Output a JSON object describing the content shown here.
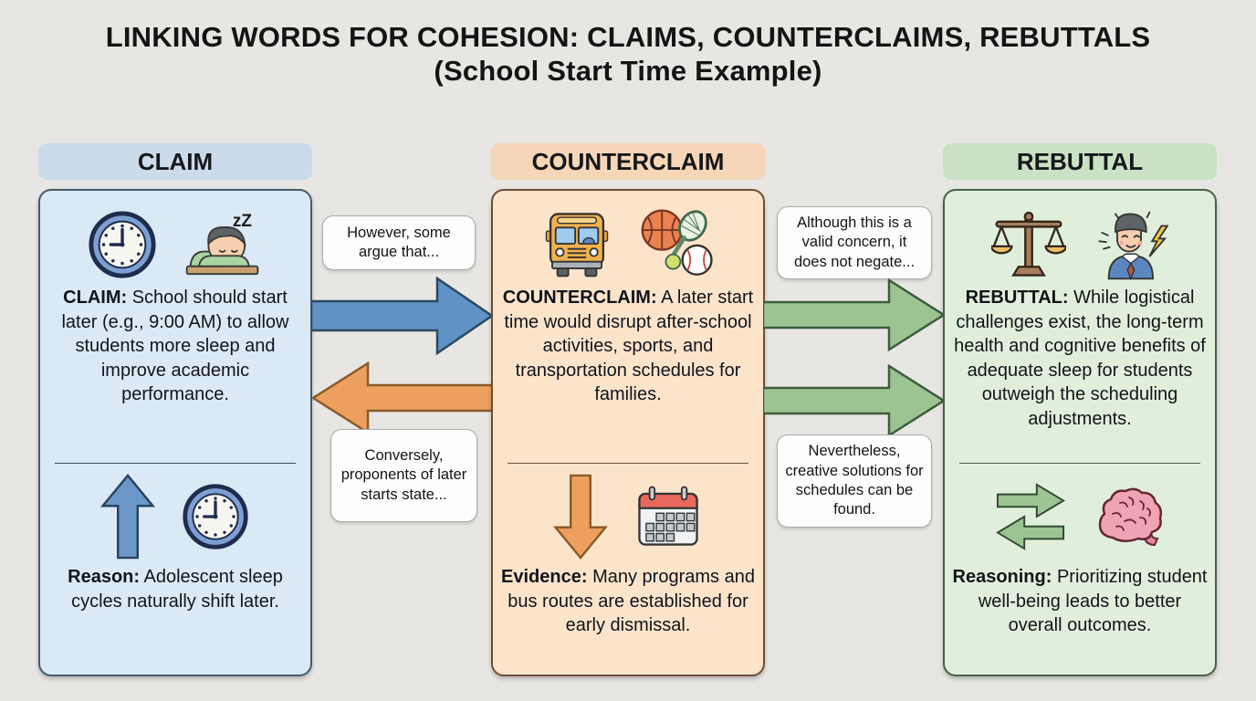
{
  "title": {
    "line1": "LINKING WORDS FOR COHESION: CLAIMS, COUNTERCLAIMS, REBUTTALS",
    "line2": "(School Start Time Example)"
  },
  "columns": {
    "claim": {
      "header": "CLAIM",
      "zz": "zZ",
      "main": {
        "label": "CLAIM:",
        "text": "School should start later (e.g., 9:00 AM) to allow students more sleep and improve academic performance."
      },
      "support": {
        "label": "Reason:",
        "text": "Adolescent sleep cycles naturally shift later."
      },
      "icons_top": [
        "clock-icon",
        "sleeping-student-icon"
      ],
      "icons_bottom": [
        "up-arrow-icon",
        "clock-icon"
      ]
    },
    "counterclaim": {
      "header": "COUNTERCLAIM",
      "main": {
        "label": "COUNTERCLAIM:",
        "text": "A later start time would disrupt after-school activities, sports, and transportation schedules for families."
      },
      "support": {
        "label": "Evidence:",
        "text": "Many programs and bus routes are established for early dismissal."
      },
      "icons_top": [
        "school-bus-icon",
        "sports-icon"
      ],
      "icons_bottom": [
        "down-arrow-icon",
        "calendar-icon"
      ]
    },
    "rebuttal": {
      "header": "REBUTTAL",
      "main": {
        "label": "REBUTTAL:",
        "text": "While logistical challenges exist, the long-term health and cognitive benefits of adequate sleep for students outweigh the scheduling adjustments."
      },
      "support": {
        "label": "Reasoning:",
        "text": "Prioritizing student well-being leads to better overall outcomes."
      },
      "icons_top": [
        "balance-scale-icon",
        "energized-person-icon"
      ],
      "icons_bottom": [
        "exchange-arrows-icon",
        "brain-icon"
      ]
    }
  },
  "linking_phrases": {
    "claim_to_counterclaim": "However, some argue that...",
    "counterclaim_to_claim": "Conversely, proponents of later starts state...",
    "counterclaim_to_rebuttal": "Although this is a valid concern, it does not negate...",
    "rebuttal_alternative": "Nevertheless, creative solutions for schedules can be found."
  },
  "colors": {
    "background": "#e7e6e3",
    "claim_header": "#cbdbeb",
    "claim_card": "#dbe9f6",
    "counterclaim_header": "#f6d6b7",
    "counterclaim_card": "#fce4cb",
    "rebuttal_header": "#c9e2c4",
    "rebuttal_card": "#e0efdb",
    "arrow_blue": "#5f93c6",
    "arrow_orange": "#eda05e",
    "arrow_green": "#9cc493"
  }
}
